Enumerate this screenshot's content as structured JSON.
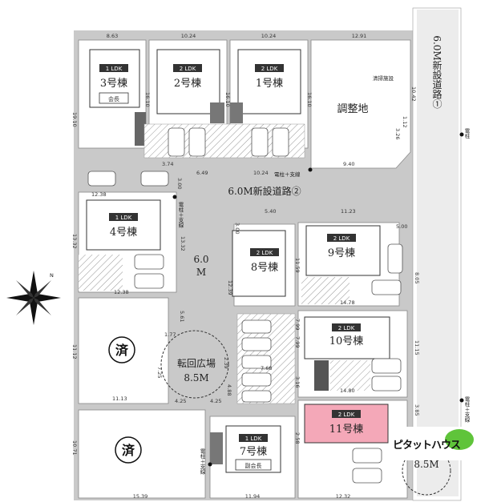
{
  "colors": {
    "road": "#c9c9c9",
    "lot_bg": "#ffffff",
    "house": "#ffffff",
    "highlight": "#f4a8b8",
    "soldbg": "#ffffff",
    "green": "#5fc43a",
    "dark": "#555555"
  },
  "lots": {
    "lot3": {
      "label": "3号棟",
      "tag": "1 LDK",
      "badge": "会長"
    },
    "lot2": {
      "label": "2号棟",
      "tag": "2 LDK"
    },
    "lot1": {
      "label": "1号棟",
      "tag": "2 LDK"
    },
    "lot4": {
      "label": "4号棟",
      "tag": "1 LDK"
    },
    "lot8": {
      "label": "8号棟",
      "tag": "2 LDK"
    },
    "lot9": {
      "label": "9号棟",
      "tag": "2 LDK"
    },
    "lot10": {
      "label": "10号棟",
      "tag": "2 LDK"
    },
    "lot11": {
      "label": "11号棟",
      "tag": "2 LDK"
    },
    "lot7": {
      "label": "7号棟",
      "tag": "1 LDK",
      "badge": "副会長"
    },
    "sold1": {
      "label": "済"
    },
    "sold2": {
      "label": "済"
    }
  },
  "areas": {
    "adjust": "調整地",
    "cleaning": "清掃施設",
    "turnaround": "転回広場",
    "turnaround_size": "8.5M",
    "lower_size": "8.5M"
  },
  "roads": {
    "road1": "6.0M新設道路①",
    "road2": "6.0M新設道路②",
    "road_v_a": "6.0",
    "road_v_b": "M"
  },
  "utility": {
    "pole_branch": "電柱＋支線",
    "pole": "電柱"
  },
  "dims": {
    "top": [
      "8.63",
      "10.24",
      "10.24",
      "12.91"
    ],
    "left": [
      "19.10",
      "13.32",
      "11.12",
      "10.71"
    ],
    "bottom": [
      "15.39",
      "11.94",
      "12.32"
    ],
    "misc": [
      "3.74",
      "6.49",
      "10.24",
      "9.40",
      "12.38",
      "12.38",
      "5.40",
      "11.23",
      "5.00",
      "14.78",
      "8.05",
      "11.15",
      "14.80",
      "3.85",
      "11.13",
      "4.25",
      "4.25",
      "7.68",
      "3.00",
      "1.77",
      "2.39",
      "7.25",
      "5.61",
      "11.59",
      "12.39",
      "7.99",
      "3.16",
      "2.58",
      "4.88",
      "1.12",
      "3.26",
      "10.42",
      "16.10",
      "16.10",
      "16.10",
      "3.00",
      "13.32",
      "7.99"
    ]
  },
  "logo": {
    "brand": "ピタットハウス"
  }
}
